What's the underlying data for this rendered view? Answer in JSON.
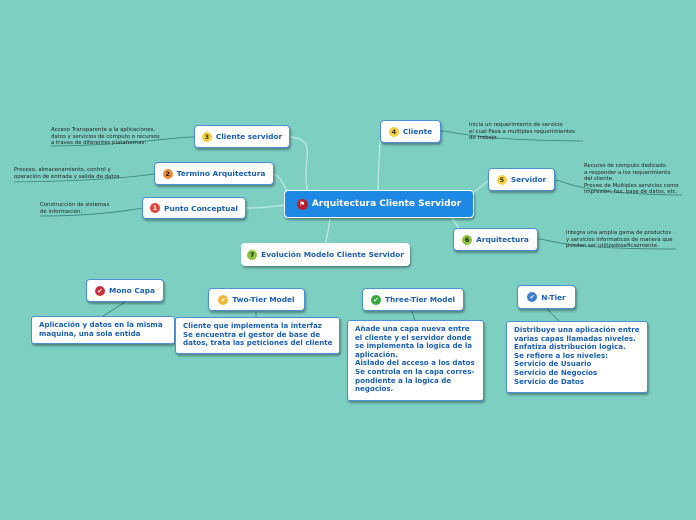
{
  "central": {
    "title": "Arquitectura Cliente Servidor",
    "icon": "flag-icon"
  },
  "topics": [
    {
      "id": "1",
      "label": "Punto Conceptual",
      "color": "#e0433a"
    },
    {
      "id": "2",
      "label": "Termino Arquitectura",
      "color": "#f08c3b"
    },
    {
      "id": "3",
      "label": "Cliente servidor",
      "color": "#f5d03b"
    },
    {
      "id": "4",
      "label": "Cliente",
      "color": "#f5d03b"
    },
    {
      "id": "5",
      "label": "Servidor",
      "color": "#f5d03b"
    },
    {
      "id": "6",
      "label": "Arquitectura",
      "color": "#8cc43f"
    },
    {
      "id": "7",
      "label": "Evolución Modelo Cliente Servidor",
      "color": "#8cc43f"
    }
  ],
  "notes": {
    "cliente_servidor": "Acceso Transparente a la aplicaciones,\ndatos y servicios de computo o recursos\na traves de diferentes plataformas.",
    "termino": "Proceso, almacenamiento, control y\noperación de entrada y salida de datos.",
    "punto": "Construcción de sistemas\nde información.",
    "cliente": "Inicia un requerimiento de servicio\nel cual Pasa a multiples requerimientos\nde trabajo.",
    "servidor": "Recurso de computo dedicado\na responder a los requerimiento\ndel cliente.\nProvee de Multiples servicios como\nimpresión, fax, base de datos, etc.",
    "arquitectura": "integra una amplia gama de productos\ny servicios informaticos de manera que\npueden ser utilizadoseficazmente."
  },
  "models": [
    {
      "label": "Mono Capa",
      "icon": "check-icon",
      "desc": "Aplicación y datos en la misma\nmaquina, una sola entida"
    },
    {
      "label": "Two-Tier Model",
      "icon": "check-icon",
      "desc": "Cliente que implementa la interfaz\nSe encuentra el gestor de base de\ndatos, trata las peticiones del cliente"
    },
    {
      "label": "Three-Tier Model",
      "icon": "check-icon",
      "desc": "Añade una capa nueva entre\nel cliente y el servidor donde\nse implementa la logica de la\naplicación.\nAislado del acceso a los datos\nSe controla en la capa corres-\npondiente a la logica de\nnegocios."
    },
    {
      "label": "N-Tier",
      "icon": "check-icon",
      "desc": "Distribuye una aplicación entre\nvarias capas llamadas niveles.\nEnfatiza distribución logica.\nSe refiere a los niveles:\nServicio de Usuario\nServicio de Negocios\nServicio de Datos"
    }
  ]
}
